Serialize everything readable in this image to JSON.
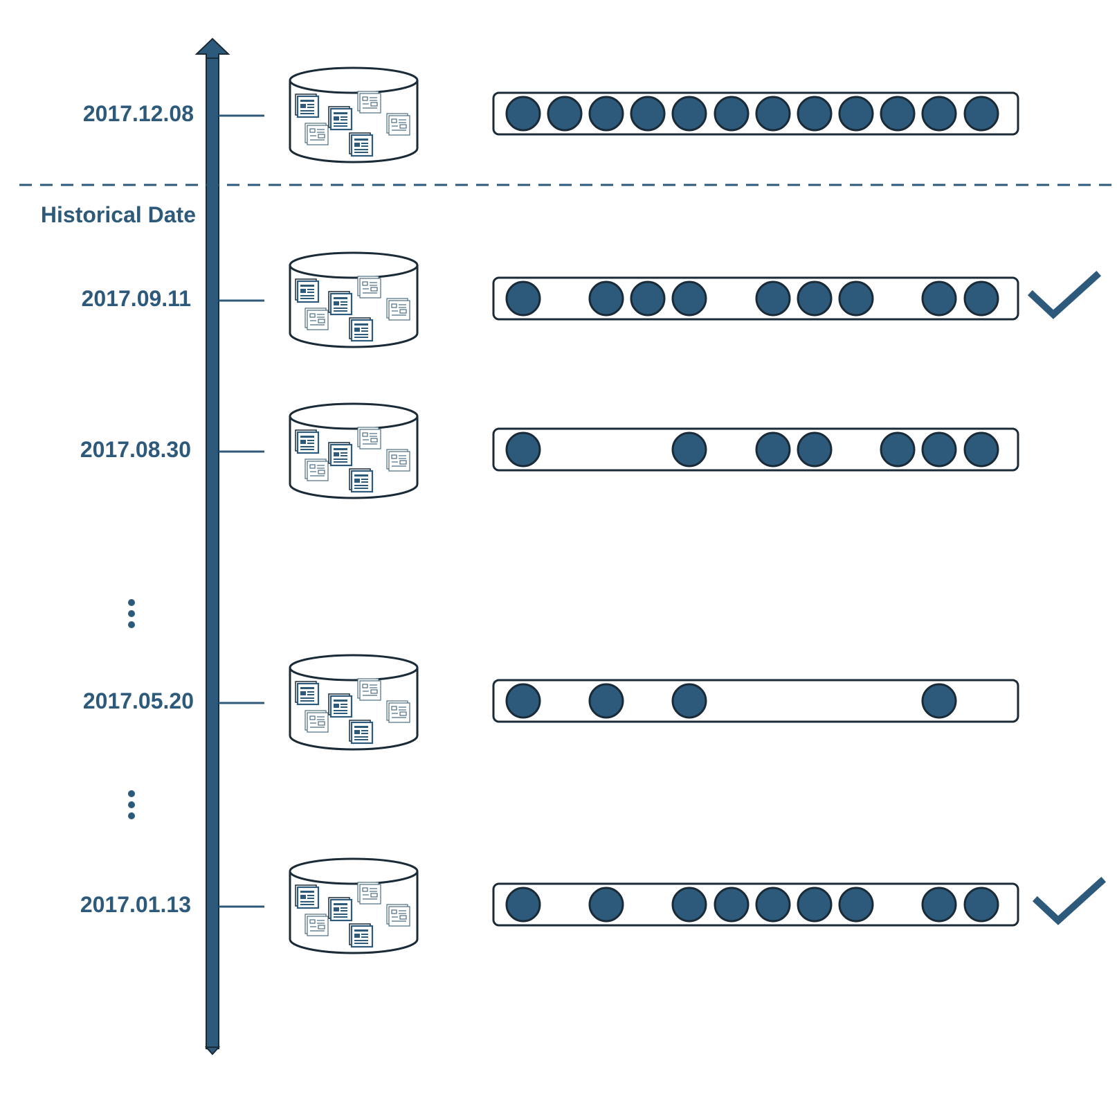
{
  "labels": {
    "current_date": "2017.12.08",
    "section": "Historical Date"
  },
  "rows": [
    {
      "date": "2017.12.08",
      "slots": [
        1,
        1,
        1,
        1,
        1,
        1,
        1,
        1,
        1,
        1,
        1,
        1
      ],
      "check": false,
      "current": true
    },
    {
      "date": "2017.09.11",
      "slots": [
        1,
        0,
        1,
        1,
        1,
        0,
        1,
        1,
        1,
        0,
        1,
        1
      ],
      "check": true,
      "current": false
    },
    {
      "date": "2017.08.30",
      "slots": [
        1,
        0,
        0,
        0,
        1,
        0,
        1,
        1,
        0,
        1,
        1,
        1
      ],
      "check": false,
      "current": false
    },
    {
      "date": "2017.05.20",
      "slots": [
        1,
        0,
        1,
        0,
        1,
        0,
        0,
        0,
        0,
        0,
        1,
        0
      ],
      "check": false,
      "current": false
    },
    {
      "date": "2017.01.13",
      "slots": [
        1,
        0,
        1,
        0,
        1,
        1,
        1,
        1,
        1,
        0,
        1,
        1
      ],
      "check": true,
      "current": false
    }
  ],
  "icons": {
    "database": "database-icon",
    "check": "check-icon",
    "ellipsis": "vertical-ellipsis-icon",
    "arrow": "timeline-arrow-icon"
  },
  "colors": {
    "primary": "#2d5a7b",
    "stroke": "#1a2a36"
  }
}
